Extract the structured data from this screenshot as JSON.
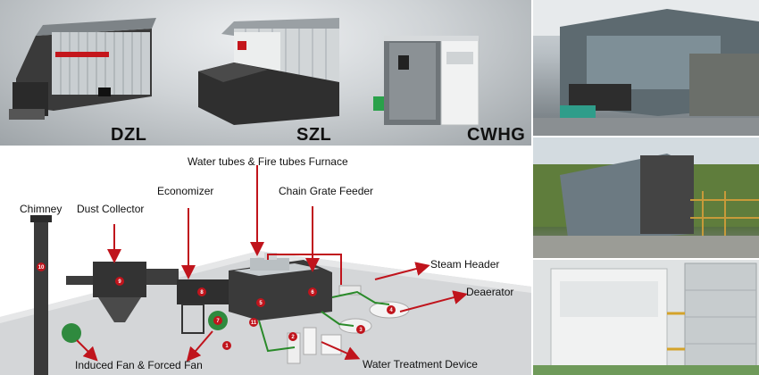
{
  "banner": {
    "models": [
      {
        "label": "DZL"
      },
      {
        "label": "SZL"
      },
      {
        "label": "CWHG"
      }
    ]
  },
  "diagram": {
    "labels": {
      "furnace": "Water tubes & Fire tubes Furnace",
      "economizer": "Economizer",
      "chain_grate": "Chain Grate Feeder",
      "chimney": "Chimney",
      "dust_collector": "Dust Collector",
      "steam_header": "Steam Header",
      "deaerator": "Deaerator",
      "fans": "Induced Fan & Forced Fan",
      "water_treatment": "Water Treatment Device"
    },
    "markers": [
      "10",
      "9",
      "8",
      "5",
      "6",
      "7",
      "11",
      "1",
      "2",
      "3",
      "4"
    ],
    "colors": {
      "arrow": "#c0141c",
      "pipe": "#2a8a2a",
      "equipment": "#2b2b2b",
      "floor": "#d4d6d8"
    }
  },
  "photos": [
    {
      "name": "installed-chain-grate-boiler-indoor"
    },
    {
      "name": "installed-boiler-outdoor-scaffold"
    },
    {
      "name": "installed-vertical-boiler-with-tank"
    }
  ]
}
